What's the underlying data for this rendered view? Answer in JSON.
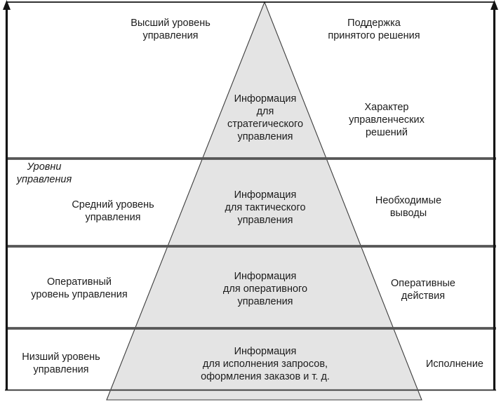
{
  "colors": {
    "background": "#ffffff",
    "pyramid_fill": "#e4e4e4",
    "pyramid_stroke": "#3c3c3c",
    "divider": "#565656",
    "axis": "#141414",
    "text": "#1c1c1c"
  },
  "axis": {
    "label": "Уровни\nуправления"
  },
  "left_labels": {
    "top": "Высший уровень\nуправления",
    "middle": "Средний уровень\nуправления",
    "operational": "Оперативный\nуровень управления",
    "lower": "Низший уровень\nуправления"
  },
  "pyramid_labels": {
    "strategic": "Информация\nдля\nстратегического\nуправления",
    "tactical": "Информация\nдля тактического\nуправления",
    "operational": "Информация\nдля оперативного\nуправления",
    "execution": "Информация\nдля исполнения запросов,\nоформления заказов и т. д."
  },
  "right_labels": {
    "support": "Поддержка\nпринятого решения",
    "nature": "Характер\nуправленческих\nрешений",
    "conclusions": "Необходимые\nвыводы",
    "actions": "Оперативные\nдействия",
    "execution": "Исполнение"
  }
}
